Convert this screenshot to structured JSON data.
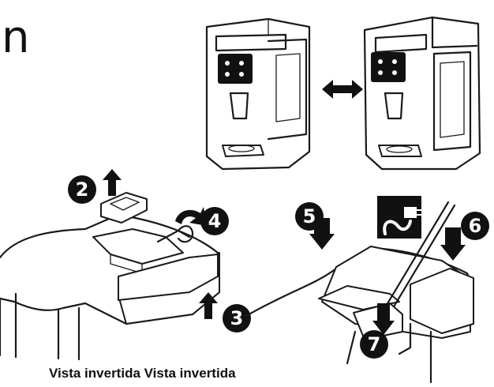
{
  "heading_fragment": "n",
  "caption": "Vista invertida Vista invertida",
  "steps": [
    "2",
    "3",
    "4",
    "5",
    "6",
    "7"
  ],
  "icons": {
    "swap": "double-arrow-icon",
    "power": "power-plug-icon"
  },
  "colors": {
    "ink": "#111111",
    "paper": "#ffffff"
  }
}
